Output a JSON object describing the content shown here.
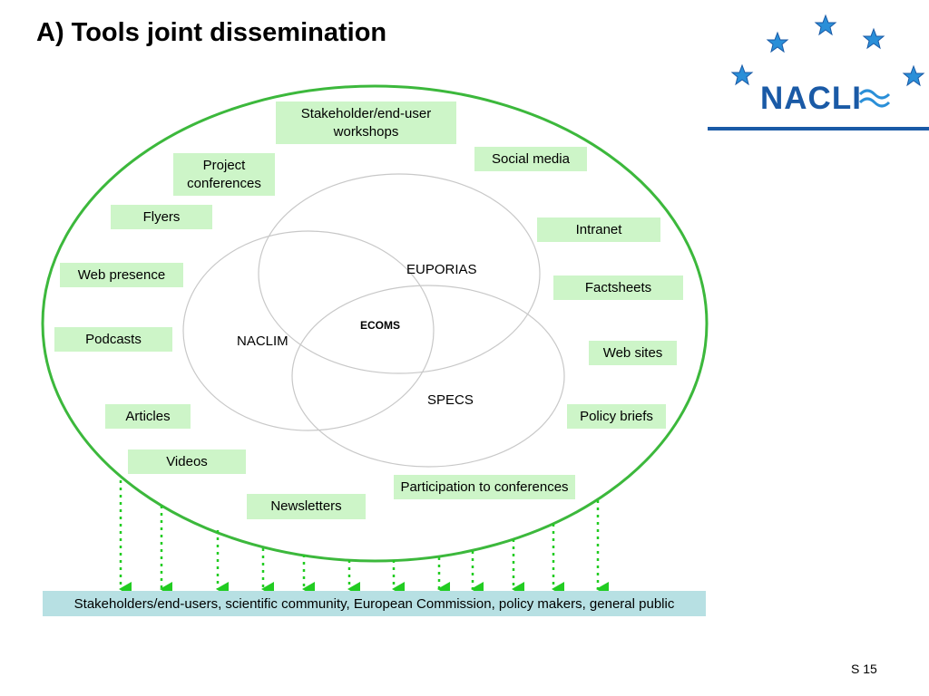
{
  "title": "A) Tools joint dissemination",
  "logo": {
    "text": "NACLI",
    "brand_color": "#1a5aa6",
    "star_color": "#2a8fd8"
  },
  "colors": {
    "outer_ellipse": "#3cb83c",
    "box_fill": "#cdf5c8",
    "arrow": "#22cc22",
    "audience_fill": "#b7e0e3",
    "circle_stroke": "#c8c8c8"
  },
  "circles": {
    "euporias": "EUPORIAS",
    "naclim": "NACLIM",
    "ecoms": "ECOMS",
    "specs": "SPECS"
  },
  "tools": {
    "stakeholder_workshops": "Stakeholder/end-user workshops",
    "social_media": "Social media",
    "project_conferences": "Project conferences",
    "flyers": "Flyers",
    "intranet": "Intranet",
    "web_presence": "Web presence",
    "factsheets": "Factsheets",
    "podcasts": "Podcasts",
    "web_sites": "Web sites",
    "articles": "Articles",
    "policy_briefs": "Policy briefs",
    "videos": "Videos",
    "participation_conferences": "Participation to conferences",
    "newsletters": "Newsletters"
  },
  "audience": "Stakeholders/end-users, scientific community, European Commission, policy makers, general public",
  "page_number": "S 15"
}
